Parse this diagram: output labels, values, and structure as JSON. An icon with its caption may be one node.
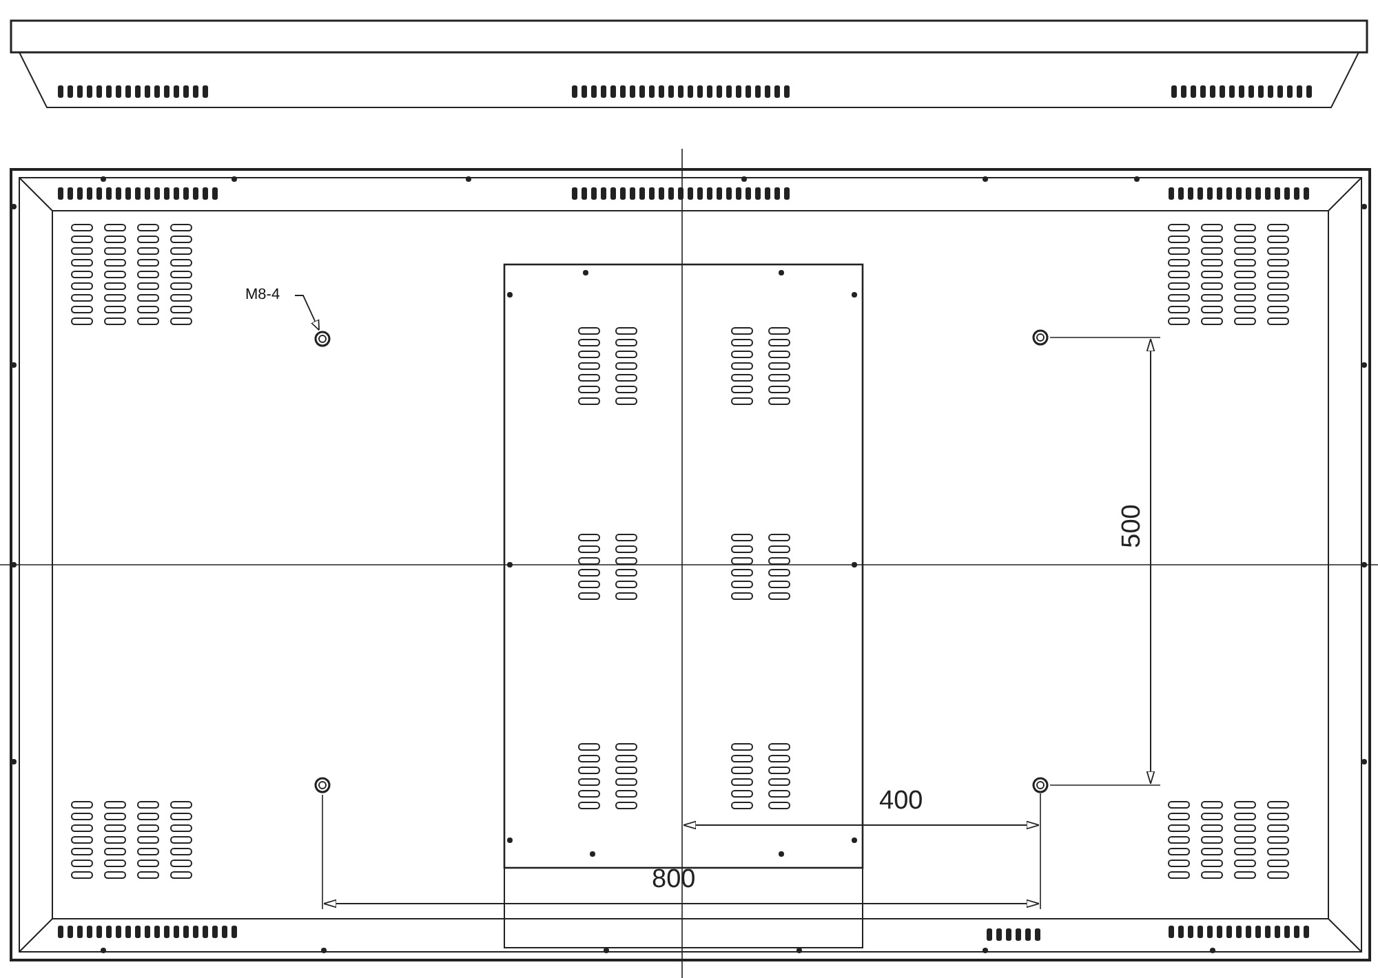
{
  "diagram": {
    "nodes": [
      {
        "text": [
          "M8-4"
        ]
      },
      {
        "text": [],
        "shape": "circle"
      }
    ],
    "edges": [
      {
        "from": 0,
        "to": 1,
        "arrow": "to"
      }
    ],
    "labels": [
      "500",
      "400",
      "800"
    ]
  }
}
